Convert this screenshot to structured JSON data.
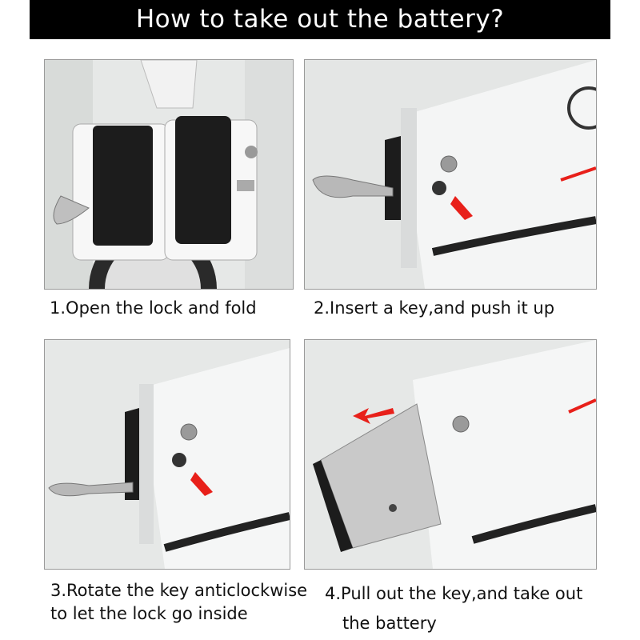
{
  "title": "How to take out the battery?",
  "colors": {
    "title_bar": "#000000",
    "title_text": "#ffffff",
    "arrow": "#e8201a",
    "frame": "#f5f6f6",
    "lock_body": "#1a1a1a"
  },
  "steps": [
    {
      "caption_lines": [
        "1.Open the lock and fold"
      ],
      "image": "open-lock-and-fold-photo"
    },
    {
      "caption_lines": [
        "2.Insert a key,and push it up"
      ],
      "image": "insert-key-photo"
    },
    {
      "caption_lines": [
        "3.Rotate the key anticlockwise",
        "to let the lock go inside"
      ],
      "image": "rotate-key-photo"
    },
    {
      "caption_lines": [
        "4.Pull out the key,and take out",
        "the battery"
      ],
      "image": "pull-out-battery-photo"
    }
  ]
}
